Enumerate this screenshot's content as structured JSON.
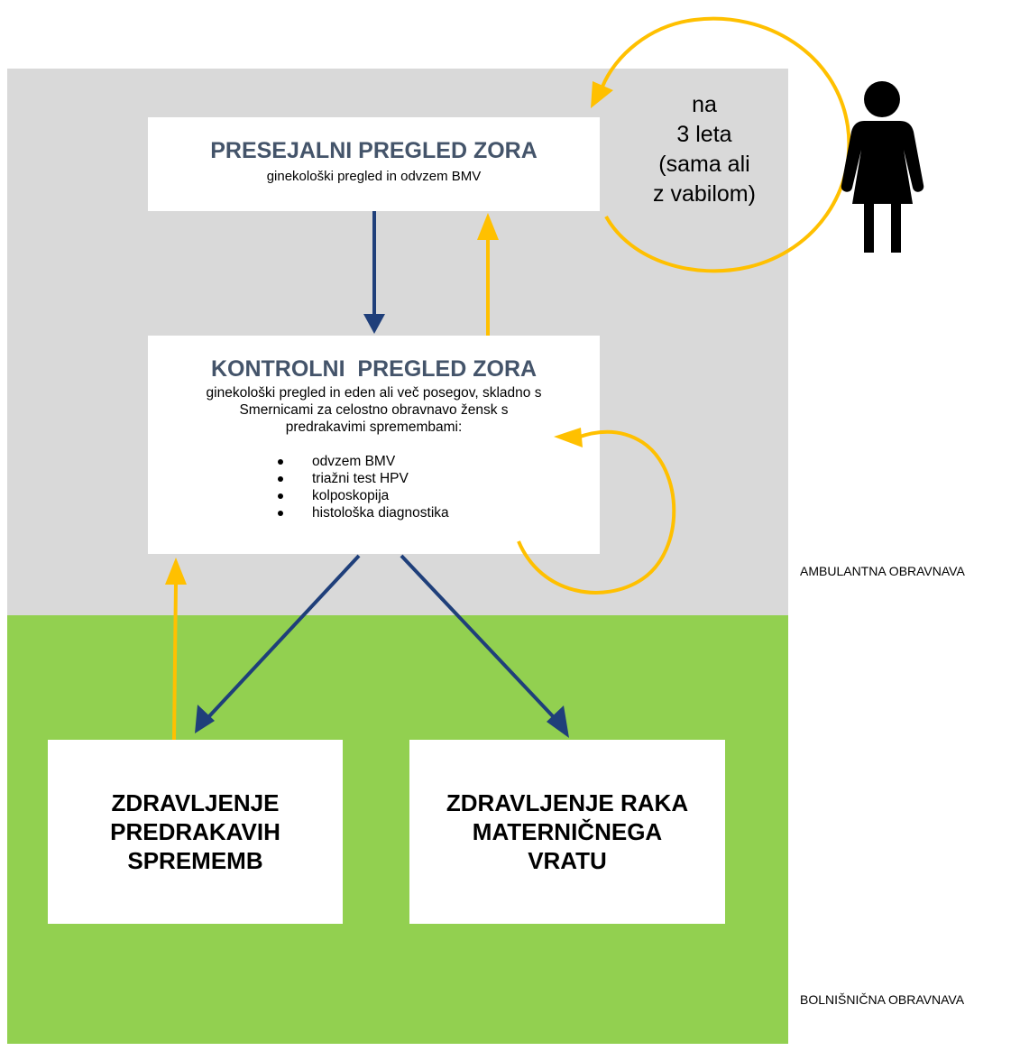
{
  "colors": {
    "ambulantna_zone": "#d9d9d9",
    "bolnisnicna_zone": "#92d050",
    "arrow_blue": "#1f3f7a",
    "arrow_orange": "#ffc000",
    "title_blue": "#44546a"
  },
  "icons": {
    "woman": "woman-icon"
  },
  "zones": {
    "ambulantna": "AMBULANTNA OBRAVNAVA",
    "bolnisnicna": "BOLNIŠNIČNA OBRAVNAVA"
  },
  "presejalni": {
    "title": "PRESEJALNI PREGLED ZORA",
    "subtitle": "ginekološki pregled in odvzem BMV"
  },
  "kontrolni": {
    "title": "KONTROLNI  PREGLED ZORA",
    "description": "ginekološki pregled in eden ali več posegov, skladno s\nSmernicami za celostno obravnavo žensk s\npredrakavimi spremembami:",
    "items": [
      "odvzem BMV",
      "triažni test HPV",
      "kolposkopija",
      "histološka diagnostika"
    ]
  },
  "predrakavih": {
    "title": "ZDRAVLJENJE\nPREDRAKAVIH\nSPREMEMB"
  },
  "raka": {
    "title": "ZDRAVLJENJE RAKA\nMATERNIČNEGA\nVRATU"
  },
  "interval": {
    "label": "na\n3 leta\n(sama ali\nz vabilom)"
  }
}
